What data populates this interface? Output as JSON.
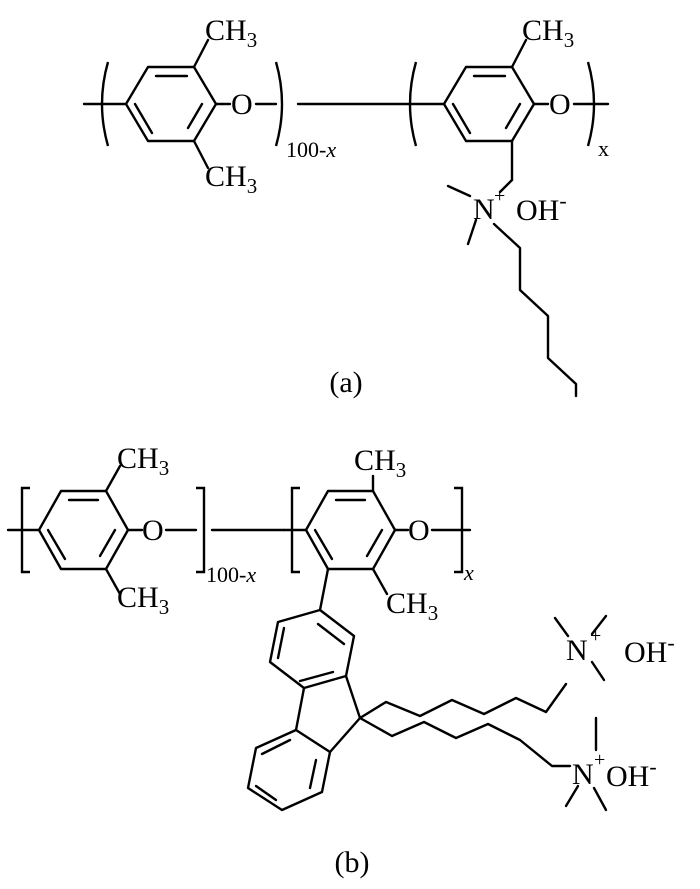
{
  "structure_a": {
    "ch3_top_left": "CH",
    "ch3_top_left_sub": "3",
    "ch3_bottom_left": "CH",
    "ch3_bottom_left_sub": "3",
    "ch3_top_right": "CH",
    "ch3_top_right_sub": "3",
    "o_left": "O",
    "o_right": "O",
    "repeat_left": "100-x",
    "repeat_right": "x",
    "nitrogen": "N",
    "charge": "+",
    "counter_ion": "OH",
    "counter_charge": "-",
    "caption": "(a)"
  },
  "structure_b": {
    "ch3_top_left": "CH",
    "ch3_top_left_sub": "3",
    "ch3_bottom_left": "CH",
    "ch3_bottom_left_sub": "3",
    "ch3_top_right": "CH",
    "ch3_top_right_sub": "3",
    "ch3_bottom_right": "CH",
    "ch3_bottom_right_sub": "3",
    "o_left": "O",
    "o_right": "O",
    "repeat_left": "100-x",
    "repeat_right": "x",
    "nitrogen_1": "N",
    "charge_1": "+",
    "counter_ion_1": "OH",
    "counter_charge_1": "-",
    "nitrogen_2": "N",
    "charge_2": "+",
    "counter_ion_2": "OH",
    "counter_charge_2": "-",
    "caption": "(b)"
  }
}
